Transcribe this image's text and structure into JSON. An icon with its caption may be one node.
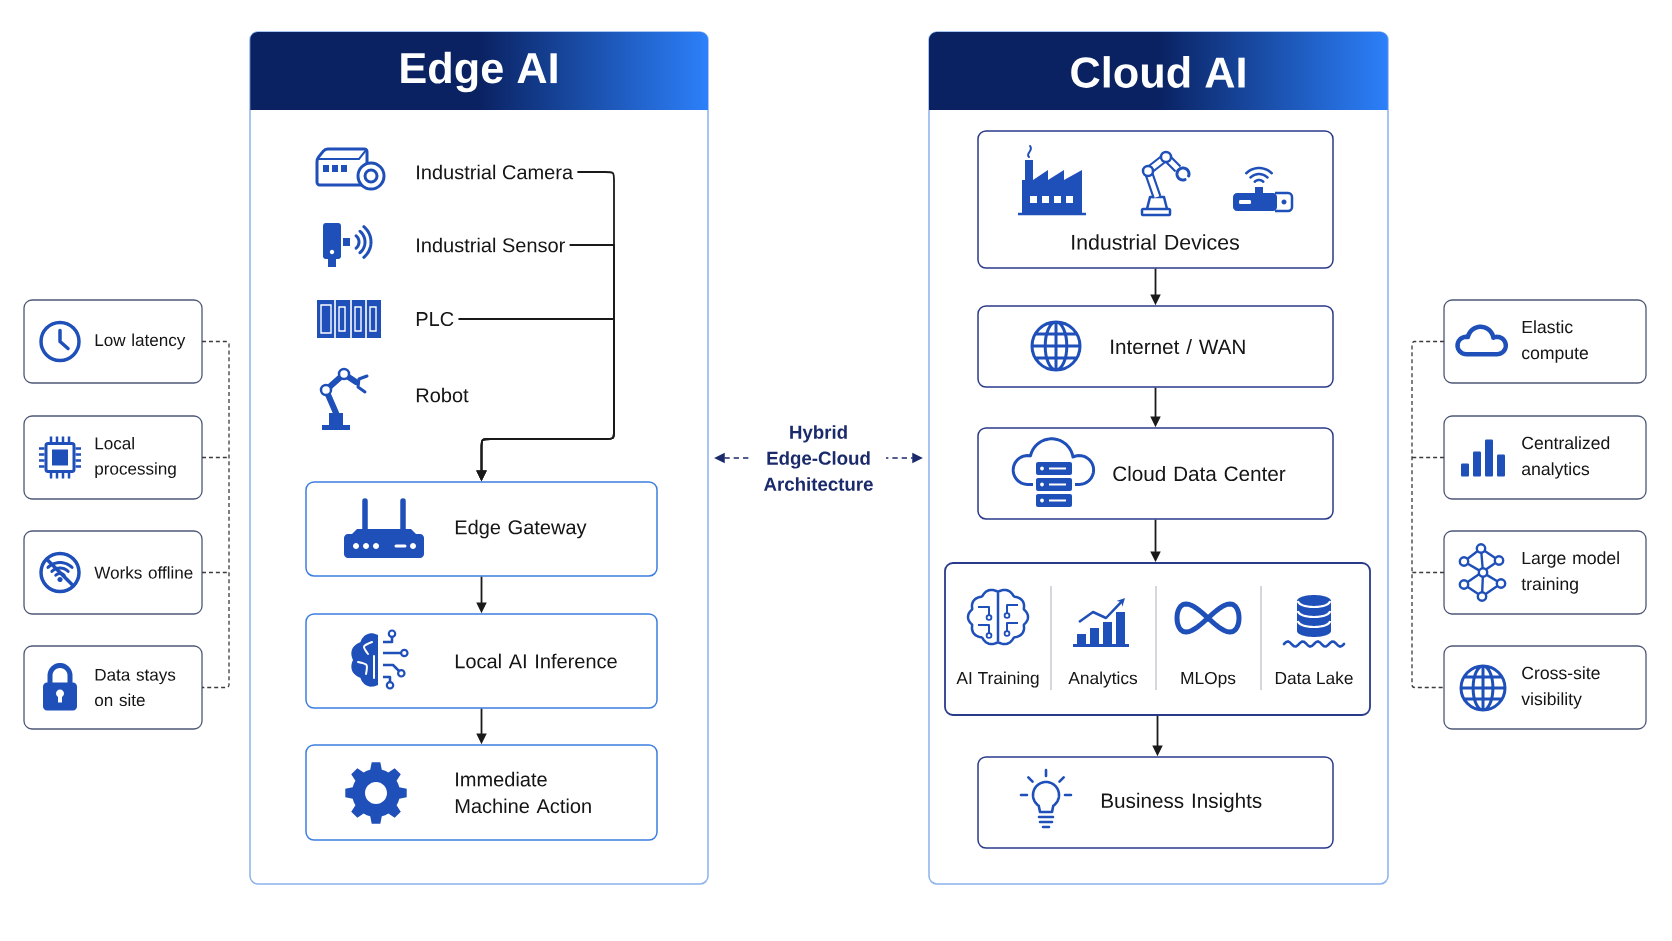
{
  "diagram": {
    "nodes": [
      {
        "text": [
          "Low latency"
        ]
      },
      {
        "text": [
          "Local processing"
        ]
      },
      {
        "text": [
          "Works offline"
        ]
      },
      {
        "text": [
          "Data stays on site"
        ]
      },
      {
        "text": [
          "Edge AI"
        ]
      },
      {
        "text": [
          "Industrial Camera"
        ],
        "in": 4
      },
      {
        "text": [
          "Industrial Sensor"
        ],
        "in": 4
      },
      {
        "text": [
          "PLC"
        ],
        "in": 4
      },
      {
        "text": [
          "Robot"
        ],
        "in": 4
      },
      {
        "text": [
          "Edge Gateway"
        ],
        "in": 4
      },
      {
        "text": [
          "Local AI Inference"
        ],
        "in": 4
      },
      {
        "text": [
          "Immediate Machine Action"
        ],
        "in": 4
      },
      {
        "text": [
          "Cloud AI"
        ]
      },
      {
        "text": [
          "Industrial Devices"
        ],
        "in": 12
      },
      {
        "text": [
          "Internet / WAN"
        ],
        "in": 12
      },
      {
        "text": [
          "Cloud Data Center"
        ],
        "in": 12
      },
      {
        "text": [],
        "shape": "box",
        "in": 12
      },
      {
        "text": [
          "AI Training"
        ],
        "in": 16
      },
      {
        "text": [
          "Analytics"
        ],
        "in": 16
      },
      {
        "text": [
          "MLOps"
        ],
        "in": 16
      },
      {
        "text": [
          "Data Lake"
        ],
        "in": 16
      },
      {
        "text": [
          "Business Insights"
        ],
        "in": 12
      },
      {
        "text": [
          "Elastic compute"
        ]
      },
      {
        "text": [
          "Centralized analytics"
        ]
      },
      {
        "text": [
          "Large model training"
        ]
      },
      {
        "text": [
          "Cross-site visibility"
        ]
      }
    ],
    "edges": [
      {
        "from": 5,
        "to": 9,
        "arrow": "to"
      },
      {
        "from": 6,
        "to": 9,
        "arrow": "to"
      },
      {
        "from": 7,
        "to": 9,
        "arrow": "to"
      },
      {
        "from": 9,
        "to": 10,
        "arrow": "to"
      },
      {
        "from": 10,
        "to": 11,
        "arrow": "to"
      },
      {
        "from": 13,
        "to": 14,
        "arrow": "to"
      },
      {
        "from": 14,
        "to": 15,
        "arrow": "to"
      },
      {
        "from": 15,
        "to": 16,
        "arrow": "to"
      },
      {
        "from": 16,
        "to": 21,
        "arrow": "to"
      },
      {
        "from": 4,
        "to": 12,
        "arrow": "both",
        "label": "Hybrid Edge-Cloud Architecture",
        "style": "dashed",
        "color": "#1b2a6b"
      }
    ]
  }
}
